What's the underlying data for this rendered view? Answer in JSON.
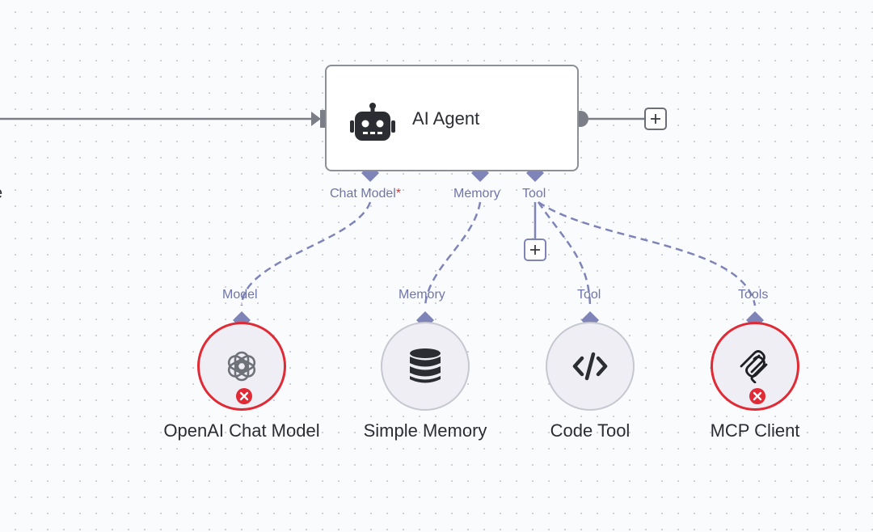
{
  "agent": {
    "title": "AI Agent",
    "icon": "robot-icon"
  },
  "connectors": {
    "chat_model": "Chat Model",
    "chat_model_required": "*",
    "memory": "Memory",
    "tool": "Tool"
  },
  "nodes": [
    {
      "id": "openai",
      "title": "OpenAI Chat Model",
      "input_label": "Model",
      "icon": "openai-icon",
      "status": "error"
    },
    {
      "id": "memory",
      "title": "Simple Memory",
      "input_label": "Memory",
      "icon": "database-icon",
      "status": "ok"
    },
    {
      "id": "code",
      "title": "Code Tool",
      "input_label": "Tool",
      "icon": "code-icon",
      "status": "ok"
    },
    {
      "id": "mcp",
      "title": "MCP Client",
      "input_label": "Tools",
      "icon": "mcp-icon",
      "status": "error"
    }
  ],
  "partial_left_label": "e",
  "colors": {
    "accent": "#7f84b8",
    "error": "#e02a35",
    "edge": "#7b7e86",
    "node_border": "#8d8f97"
  }
}
